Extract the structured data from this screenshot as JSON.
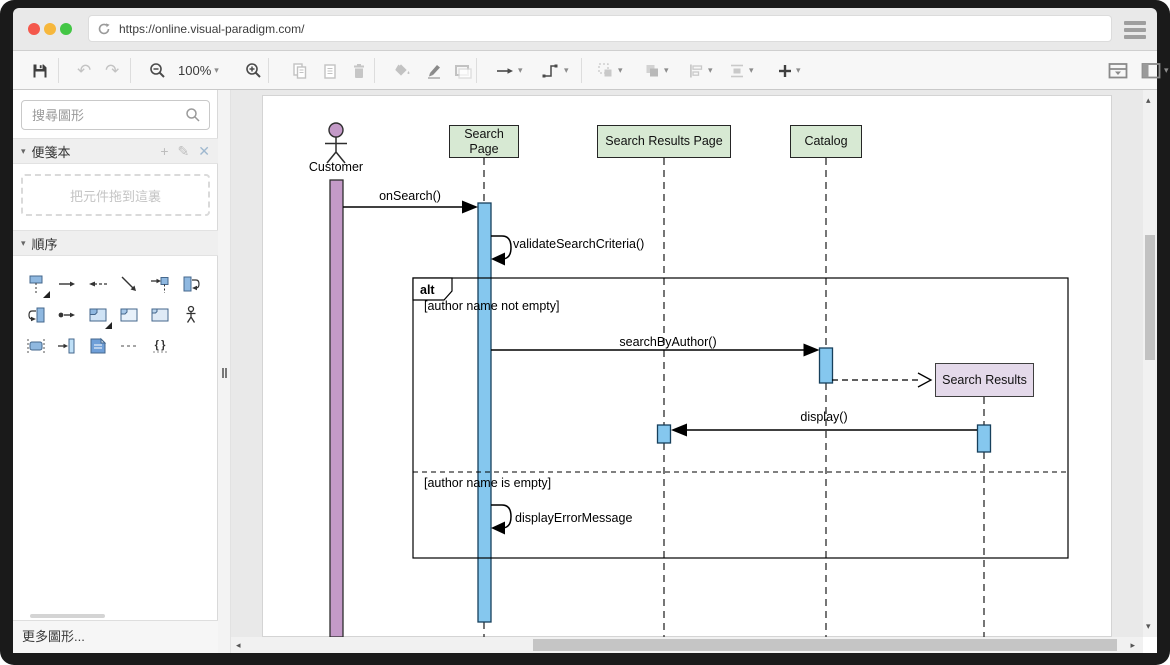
{
  "browser": {
    "url": "https://online.visual-paradigm.com/"
  },
  "toolbar": {
    "zoom_level": "100%"
  },
  "sidebar": {
    "search_placeholder": "搜尋圖形",
    "scratchpad": {
      "title": "便箋本",
      "dropzone": "把元件拖到這裏"
    },
    "palette": {
      "title": "順序"
    },
    "more_shapes": "更多圖形..."
  },
  "diagram": {
    "actor": "Customer",
    "lifelines": {
      "search_page": "Search Page",
      "search_results_page": "Search Results Page",
      "catalog": "Catalog"
    },
    "objects": {
      "search_results": "Search Results"
    },
    "messages": {
      "on_search": "onSearch()",
      "validate": "validateSearchCriteria()",
      "search_by_author": "searchByAuthor()",
      "display": "display()",
      "display_error": "displayErrorMessage"
    },
    "fragment": {
      "operator": "alt",
      "guard_not_empty": "[author name not empty]",
      "guard_empty": "[author name is empty]"
    },
    "colors": {
      "lifeline_header_fill": "#d7e9d3",
      "activation_fill": "#85c7ee",
      "actor_fill": "#c49ac8",
      "object_fill": "#e4d9ea"
    }
  }
}
